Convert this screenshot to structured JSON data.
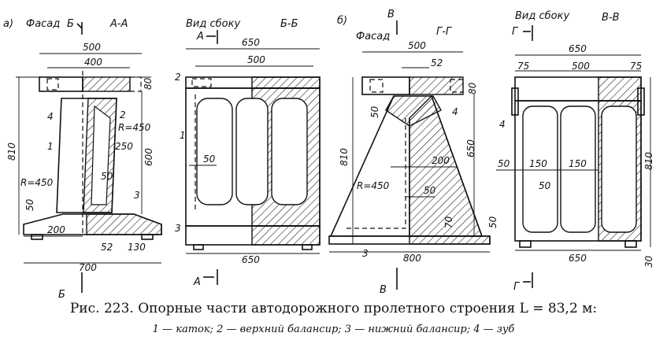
{
  "panels": {
    "a": {
      "letter": "а)",
      "view": "Фасад",
      "cut_mark": "Б",
      "section": "А-А"
    },
    "a2": {
      "view": "Вид сбоку",
      "cut_mark": "А",
      "section": "Б-Б"
    },
    "b": {
      "letter": "б)",
      "cut_mark": "В",
      "view": "Фасад",
      "section": "Г-Г"
    },
    "b2": {
      "view": "Вид сбоку",
      "cut_mark": "Г",
      "section": "В-В"
    }
  },
  "bottom_marks": {
    "a_left": "Б",
    "a2_left": "А",
    "b_left": "В",
    "b2_left": "Г"
  },
  "parts": {
    "p1": "1",
    "p2": "2",
    "p3": "3",
    "p4": "4"
  },
  "dims_a": {
    "d500": "500",
    "d400": "400",
    "d80": "80",
    "d810": "810",
    "d600": "600",
    "r450a": "R=450",
    "d250": "250",
    "r450b": "R=450",
    "d50a": "50",
    "d50b": "50",
    "d200": "200",
    "d52": "52",
    "d130": "130",
    "d700": "700"
  },
  "dims_a2": {
    "d650a": "650",
    "d500": "500",
    "d50": "50",
    "d650b": "650"
  },
  "dims_b": {
    "d500": "500",
    "d52": "52",
    "d50a": "50",
    "d80": "80",
    "d810": "810",
    "d650": "650",
    "d200": "200",
    "r450": "R=450",
    "d50b": "50",
    "d70": "70",
    "d50c": "50",
    "d800": "800"
  },
  "dims_b2": {
    "d650a": "650",
    "d75a": "75",
    "d500": "500",
    "d75b": "75",
    "d810": "810",
    "d50": "50",
    "d150a": "150",
    "d150b": "150",
    "d50b": "50",
    "d650b": "650",
    "d30": "30"
  },
  "caption": {
    "line1": "Рис. 223. Опорные части автодорожного пролетного строения L = 83,2 м:",
    "line2": "1 — каток;  2 — верхний балансир;  3 — нижний балансир;  4 — зуб"
  }
}
